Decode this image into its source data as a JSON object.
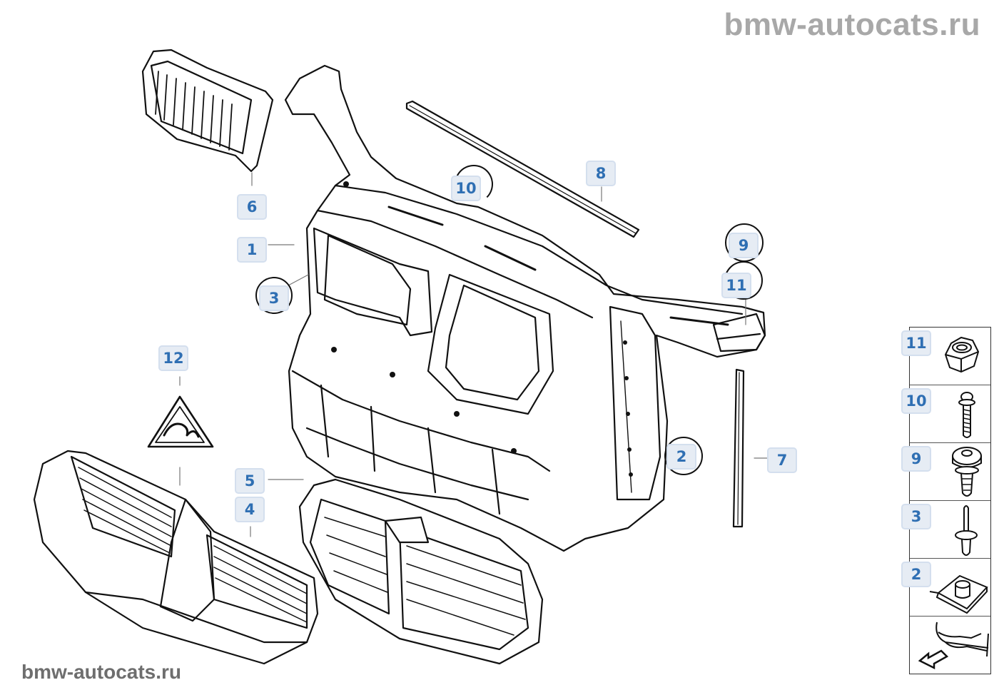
{
  "watermarks": {
    "top": "bmw-autocats.ru",
    "bottom": "bmw-autocats.ru"
  },
  "diagram": {
    "title": "Front panel / radiator support assembly",
    "callouts": [
      {
        "id": "c1",
        "label": "1",
        "part": "front panel carrier"
      },
      {
        "id": "c2",
        "label": "2",
        "part": "clip nut"
      },
      {
        "id": "c3",
        "label": "3",
        "part": "expanding rivet"
      },
      {
        "id": "c4",
        "label": "4",
        "part": "air duct with shutters (left)"
      },
      {
        "id": "c5",
        "label": "5",
        "part": "air duct with shutters (right)"
      },
      {
        "id": "c6",
        "label": "6",
        "part": "air inlet grille"
      },
      {
        "id": "c7",
        "label": "7",
        "part": "side seal strip"
      },
      {
        "id": "c8",
        "label": "8",
        "part": "upper seal strip"
      },
      {
        "id": "c9",
        "label": "9",
        "part": "screw with washer"
      },
      {
        "id": "c10",
        "label": "10",
        "part": "hex bolt"
      },
      {
        "id": "c11",
        "label": "11",
        "part": "hex nut"
      },
      {
        "id": "c12",
        "label": "12",
        "part": "warning label"
      }
    ]
  },
  "legend": {
    "items": [
      {
        "label": "11",
        "icon": "hex-nut-icon"
      },
      {
        "label": "10",
        "icon": "hex-bolt-icon"
      },
      {
        "label": "9",
        "icon": "screw-washer-icon"
      },
      {
        "label": "3",
        "icon": "expanding-rivet-icon"
      },
      {
        "label": "2",
        "icon": "clip-nut-icon"
      },
      {
        "label": "",
        "icon": "vehicle-front-arrow-icon"
      }
    ]
  },
  "colors": {
    "callout_text": "#2f6fb3",
    "callout_bg": "#e6ecf4",
    "watermark_top": "#a8a8a8",
    "watermark_bottom": "#6e6e6e"
  }
}
